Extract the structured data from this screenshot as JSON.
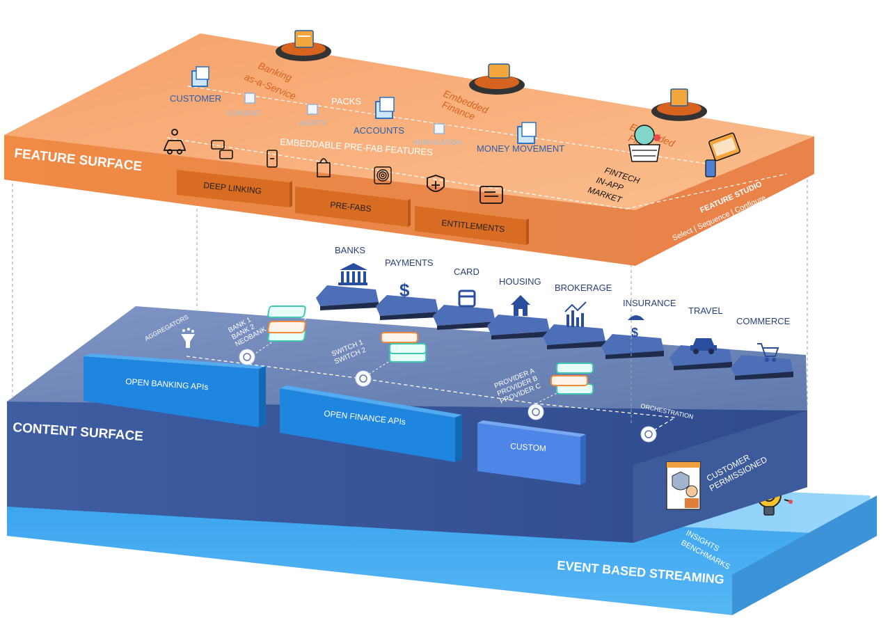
{
  "event_layer": {
    "title": "EVENT BASED STREAMING",
    "insights": "INSIGHTS",
    "benchmarks": "BENCHMARKS"
  },
  "content_layer": {
    "title": "CONTENT SURFACE",
    "open_banking": "OPEN BANKING APIs",
    "open_finance": "OPEN FINANCE APIs",
    "custom": "CUSTOM",
    "customer": "CUSTOMER",
    "permissioned": "PERMISSIONED",
    "orchestration": "ORCHESTRATION",
    "aggregators": "AGGREGATORS",
    "bank_list": [
      "BANK 1",
      "BANK 2",
      "NEOBANK"
    ],
    "switch_list": [
      "SWITCH 1",
      "SWITCH 2"
    ],
    "provider_list": [
      "PROVIDER A",
      "PROVIDER B",
      "PROVIDER C"
    ],
    "categories": [
      "BANKS",
      "PAYMENTS",
      "CARD",
      "HOUSING",
      "BROKERAGE",
      "INSURANCE",
      "TRAVEL",
      "COMMERCE"
    ]
  },
  "feature_layer": {
    "title": "FEATURE SURFACE",
    "baas_1": "Banking",
    "baas_2": "as-a-Service",
    "embedded_finance_1": "Embedded",
    "embedded_finance_2": "Finance",
    "embedded_fintech_1": "Embedded",
    "embedded_fintech_2": "Fintech",
    "customer": "CUSTOMER",
    "consent": "CONSENT",
    "alerts": "ALERTS",
    "packs": "PACKS",
    "accounts": "ACCOUNTS",
    "verification": "VERIFICATION",
    "money_movement": "MONEY MOVEMENT",
    "prefab_features": "EMBEDDABLE PRE-FAB FEATURES",
    "deep_linking": "DEEP LINKING",
    "prefabs": "PRE-FABS",
    "entitlements": "ENTITLEMENTS",
    "market_1": "FINTECH",
    "market_2": "IN-APP",
    "market_3": "MARKET",
    "studio_title": "FEATURE STUDIO",
    "studio_sub": "Select | Sequence | Configure"
  },
  "colors": {
    "feature": "#f5a36c",
    "feature_dark": "#d9773a",
    "content": "#5b76b0",
    "content_dark": "#3b5596",
    "event": "#4fb0f2",
    "api": "#2196f3"
  }
}
